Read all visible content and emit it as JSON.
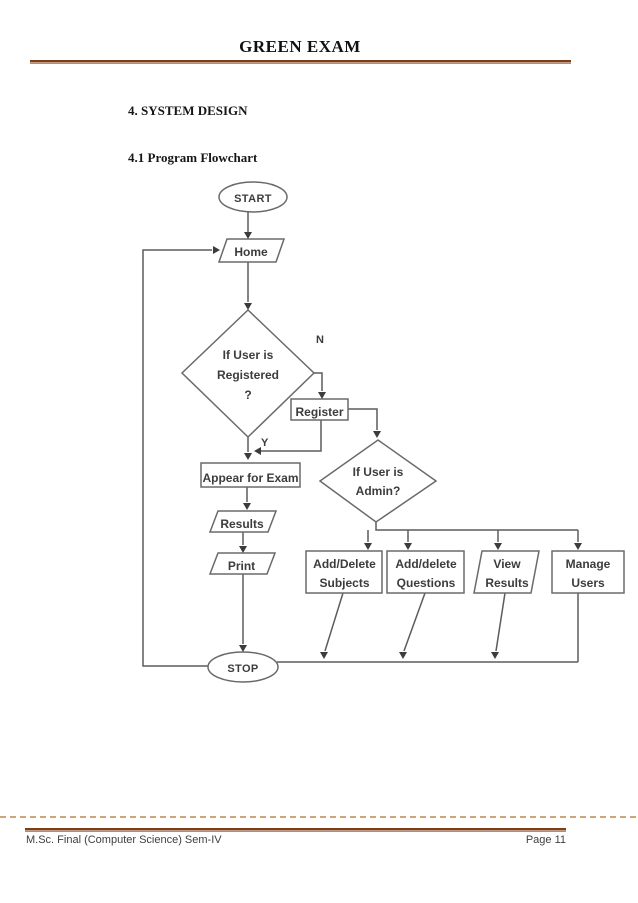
{
  "page": {
    "title": "GREEN EXAM",
    "section_heading": "4. SYSTEM DESIGN",
    "subsection_heading": "4.1 Program Flowchart"
  },
  "footer": {
    "left": "M.Sc. Final (Computer Science) Sem-IV",
    "right": "Page 11"
  },
  "colors": {
    "rule_dark_brown": "#7e3d14",
    "rule_light_brown": "#c18a58",
    "dotted_tan": "#cfa57a",
    "flow_line_gray": "#5c5c5c",
    "flow_text_gray": "#3c3c3c"
  },
  "flowchart": {
    "nodes": {
      "start": "START",
      "home": "Home",
      "registered": "If User is\nRegistered\n?",
      "register": "Register",
      "appear": "Appear for Exam",
      "results": "Results",
      "print": "Print",
      "admin": "If User is\nAdmin?",
      "subjects": "Add/Delete\nSubjects",
      "questions": "Add/delete\nQuestions",
      "view_results": "View\nResults",
      "manage_users": "Manage\nUsers",
      "stop": "STOP"
    },
    "branch_labels": {
      "no": "N",
      "yes": "Y"
    },
    "edges": [
      {
        "from": "START",
        "to": "Home"
      },
      {
        "from": "Home",
        "to": "If User is Registered?"
      },
      {
        "from": "If User is Registered?",
        "to": "Register",
        "label": "N"
      },
      {
        "from": "If User is Registered?",
        "to": "Appear for Exam",
        "label": "Y"
      },
      {
        "from": "Register",
        "to": "Appear for Exam"
      },
      {
        "from": "Register",
        "to": "If User is Admin?"
      },
      {
        "from": "Appear for Exam",
        "to": "Results"
      },
      {
        "from": "Results",
        "to": "Print"
      },
      {
        "from": "Print",
        "to": "STOP"
      },
      {
        "from": "If User is Admin?",
        "to": "Add/Delete Subjects"
      },
      {
        "from": "If User is Admin?",
        "to": "Add/delete Questions"
      },
      {
        "from": "If User is Admin?",
        "to": "View Results"
      },
      {
        "from": "If User is Admin?",
        "to": "Manage Users"
      },
      {
        "from": "Add/Delete Subjects",
        "to": "STOP"
      },
      {
        "from": "Add/delete Questions",
        "to": "STOP"
      },
      {
        "from": "View Results",
        "to": "STOP"
      },
      {
        "from": "Manage Users",
        "to": "STOP"
      },
      {
        "from": "STOP",
        "to": "Home"
      }
    ]
  }
}
